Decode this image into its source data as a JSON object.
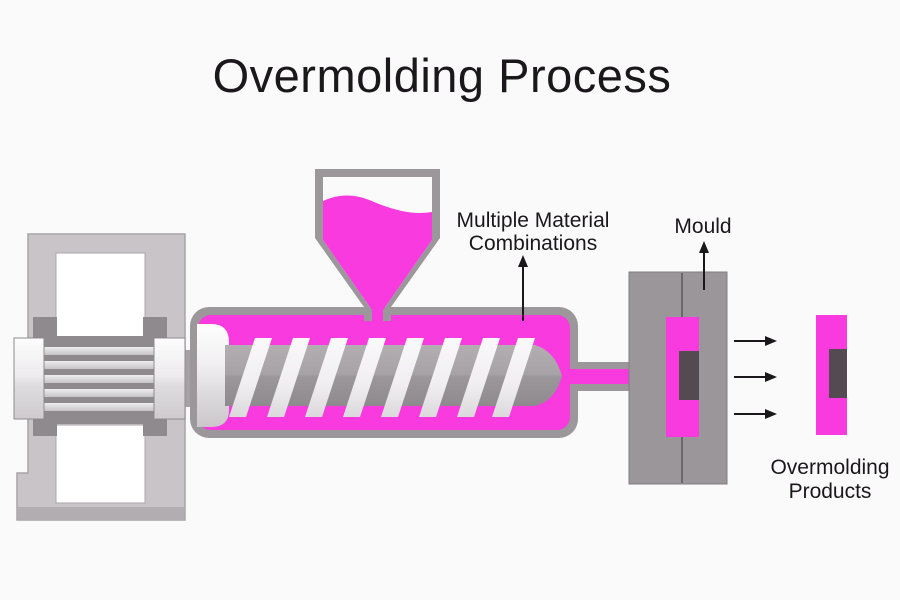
{
  "title": "Overmolding Process",
  "annotations": {
    "material_combinations": {
      "line1": "Multiple Material",
      "line2": "Combinations"
    },
    "mould": "Mould",
    "overmolding_products": {
      "line1": "Overmolding",
      "line2": "Products"
    }
  },
  "colors": {
    "bg": "#FBFAFB",
    "magenta": "#F93ADF",
    "outline": "#9B979B",
    "mould": "#9A9699",
    "insert": "#544A52",
    "frame": "#C8C4C8",
    "frame-shade": "#B1ADB1",
    "bracket": "#8E8A8E",
    "text": "#1B181B"
  }
}
